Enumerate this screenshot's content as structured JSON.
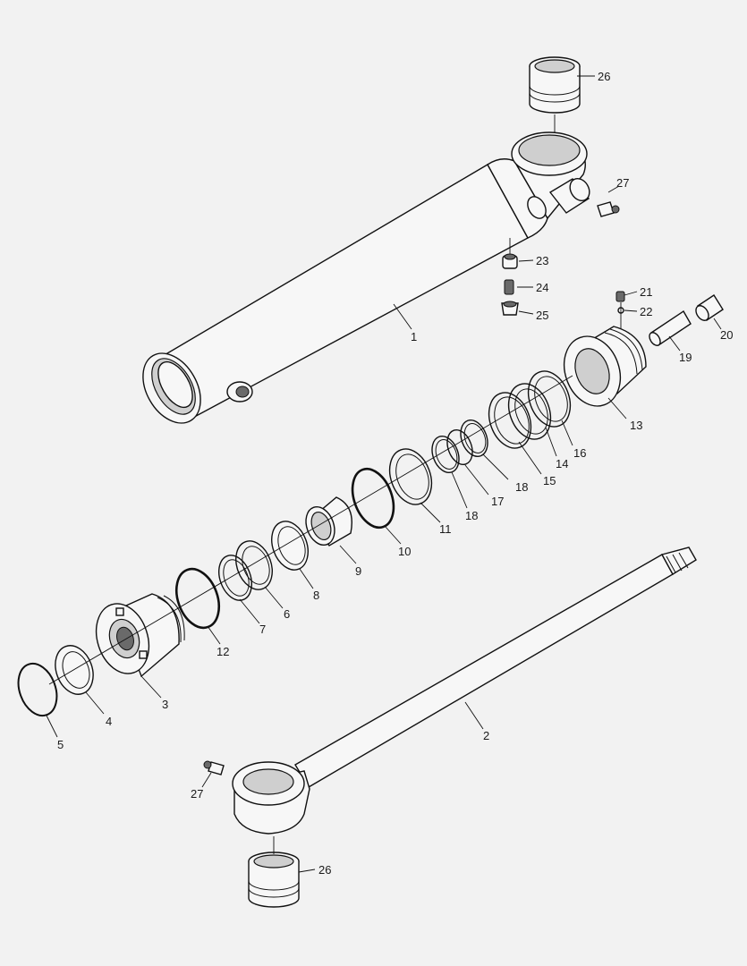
{
  "labels": {
    "p1": "1",
    "p2": "2",
    "p3": "3",
    "p4": "4",
    "p5": "5",
    "p6": "6",
    "p7": "7",
    "p8": "8",
    "p9": "9",
    "p10": "10",
    "p11": "11",
    "p12": "12",
    "p13": "13",
    "p14": "14",
    "p15": "15",
    "p16": "16",
    "p17": "17",
    "p18a": "18",
    "p18b": "18",
    "p19": "19",
    "p20": "20",
    "p21": "21",
    "p22": "22",
    "p23": "23",
    "p24": "24",
    "p25": "25",
    "p26a": "26",
    "p26b": "26",
    "p27a": "27",
    "p27b": "27"
  },
  "colors": {
    "line": "#111111",
    "background": "#f2f2f2",
    "shade": "#cfcfcf"
  }
}
